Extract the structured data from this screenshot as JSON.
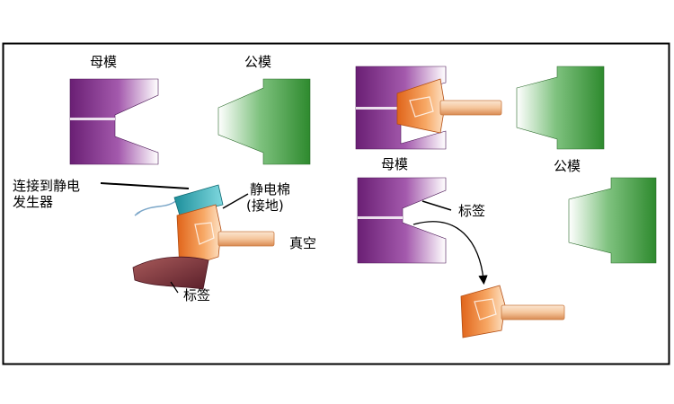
{
  "labels": {
    "female_mold_1": "母模",
    "male_mold_1": "公模",
    "female_mold_2": "母模",
    "male_mold_2": "公模",
    "generator_line1": "连接到静电",
    "generator_line2": "发生器",
    "electrode_line1": "静电棉",
    "electrode_line2": "(接地)",
    "vacuum": "真空",
    "label_bottom": "标签",
    "label_right": "标签"
  },
  "colors": {
    "female_mold": "#7a2a82",
    "male_mold": "#3f9a3f",
    "label_insert": "#f08a3a",
    "electrode": "#2aa6b0",
    "label_strip": "#7a2d3a",
    "border": "#000000"
  }
}
